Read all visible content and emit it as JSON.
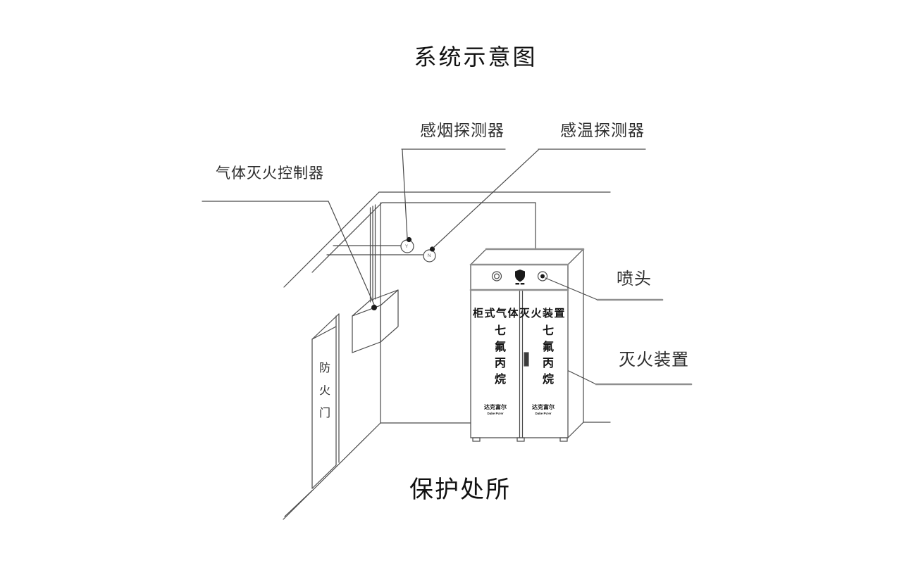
{
  "title": "系统示意图",
  "labels": {
    "smoke_detector": "感烟探测器",
    "heat_detector": "感温探测器",
    "controller": "气体灭火控制器",
    "nozzle": "喷头",
    "extinguisher_unit": "灭火装置",
    "fire_door": "防火门",
    "protected_area": "保护处所"
  },
  "cabinet": {
    "header": "柜式气体灭火装置",
    "door_text": "七氟丙烷",
    "brand_cn": "达克富尔",
    "brand_en": "Dake Pu'er",
    "logo": "shield-emblem"
  },
  "detector_symbols": {
    "smoke": "Y",
    "heat": "N"
  },
  "colors": {
    "line": "#4a4a4a",
    "thick_line": "#8f8f8f",
    "dot": "#1a1a1a",
    "text": "#262626",
    "background": "#ffffff"
  }
}
